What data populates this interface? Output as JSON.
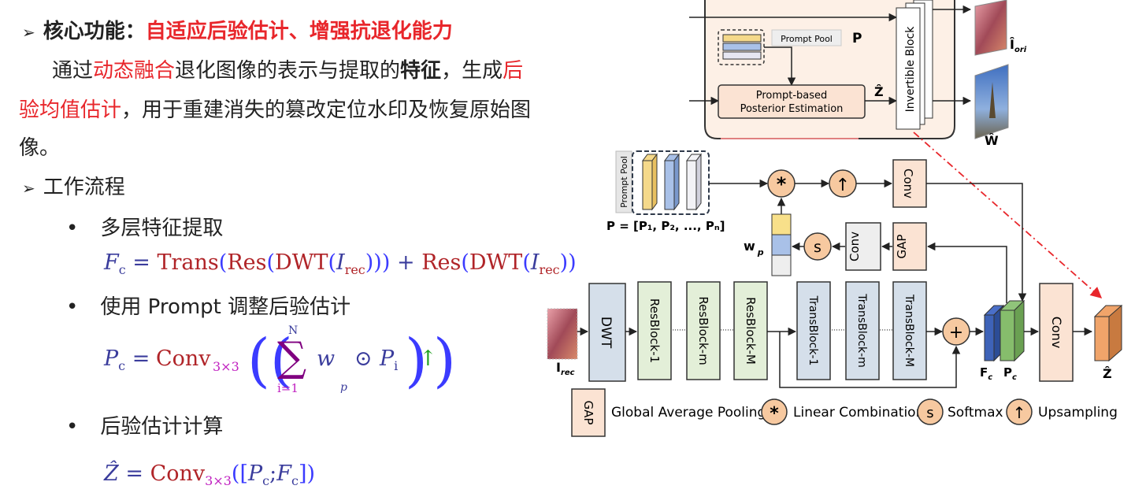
{
  "left": {
    "core_prefix": "核心功能：",
    "core_highlight": "自适应后验估计、增强抗退化能力",
    "para_1": "通过",
    "para_2": "动态融合",
    "para_3": "退化图像的表示与提取的",
    "para_4": "特征",
    "para_5": "，生成",
    "para_6": "后",
    "para_7": "验均值估计",
    "para_8": "，用于重建消失的篡改定位水印及恢复原始图",
    "para_9": "像。",
    "workflow_title": "工作流程",
    "bullet_1": "多层特征提取",
    "bullet_2": "使用 Prompt 调整后验估计",
    "bullet_3": "后验估计计算"
  },
  "equations": {
    "eq1_lhs": "F",
    "eq1_lhs_sub": "c",
    "eq1_trans": "Trans",
    "eq1_res": "Res",
    "eq1_dwt": "DWT",
    "eq1_i": "I",
    "eq1_rec": "rec",
    "eq2_lhs": "P",
    "eq2_lhs_sub": "c",
    "eq2_conv": "Conv",
    "eq2_sub": "3×3",
    "eq2_n": "N",
    "eq2_i1": "i=1",
    "eq2_w": "w",
    "eq2_p": "p",
    "eq2_pi": "P",
    "eq2_pi_sub": "i",
    "eq3_lhs": "Ẑ",
    "eq3_conv": "Conv",
    "eq3_sub": "3×3",
    "eq3_pc": "P",
    "eq3_pc_sub": "c",
    "eq3_fc": "F",
    "eq3_fc_sub": "c"
  },
  "diagram": {
    "top": {
      "prompt_pool_label": "Prompt Pool",
      "p_symbol": "P",
      "estimation_line1": "Prompt-based",
      "estimation_line2": "Posterior Estimation",
      "z_hat": "Ẑ",
      "invertible_block": "Invertible Block",
      "i_ori": "Î",
      "i_ori_sub": "ori",
      "w_hat": "Ŵ"
    },
    "prompt_pool_label": "Prompt Pool",
    "p_set": "P = [P₁, P₂, ..., Pₙ]",
    "wp": "w",
    "wp_sub": "p",
    "star": "*",
    "up": "↑",
    "s": "s",
    "plus": "+",
    "conv_top": "Conv",
    "conv_mid": "Conv",
    "gap": "GAP",
    "dwt": "DWT",
    "res1": "ResBlock-1",
    "resm": "ResBlock-m",
    "resM": "ResBlock-M",
    "trans1": "TransBlock-1",
    "transm": "TransBlock-m",
    "transM": "TransBlock-M",
    "dots": "······",
    "conv_right": "Conv",
    "fc": "F",
    "fc_sub": "c",
    "pc": "P",
    "pc_sub": "c",
    "z_out": "Ẑ",
    "irec": "I",
    "irec_sub": "rec"
  },
  "legend": {
    "gap": "GAP",
    "gap_text": "Global Average Pooling",
    "star": "*",
    "star_text": "Linear Combination",
    "s": "s",
    "s_text": "Softmax",
    "up": "↑",
    "up_text": "Upsampling"
  },
  "colors": {
    "highlight": "#e8262b",
    "orange_circle": "#f7c9a0",
    "green_block": "#e3efd8",
    "blue_block": "#d5dfea",
    "grey_block": "#eeeeee",
    "peach_block": "#fbe3d3"
  }
}
